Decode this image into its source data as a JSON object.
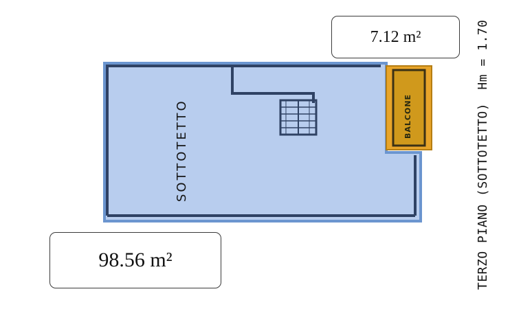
{
  "plan": {
    "floor_title": "TERZO PIANO (SOTTOTETTO)",
    "height_note": "Hm = 1.70",
    "rooms": {
      "main": {
        "label": "SOTTOTETTO",
        "area": "98.56 m²"
      },
      "balcony": {
        "label": "BALCONE",
        "area": "7.12 m²"
      }
    },
    "colors": {
      "main_fill": "#b8cdee",
      "main_outline": "#6b95cf",
      "wall": "#2f4264",
      "balcony_fill": "#e8a52a",
      "balcony_inner": "#d0991c"
    }
  }
}
